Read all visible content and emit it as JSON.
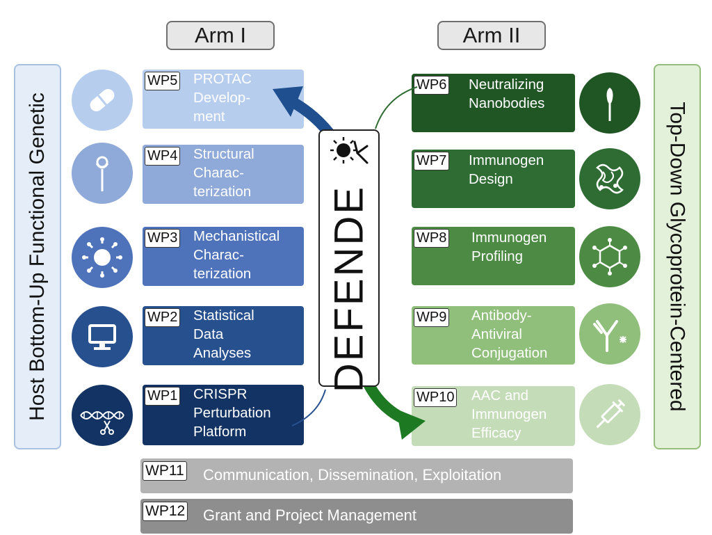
{
  "arms": {
    "left": "Arm I",
    "right": "Arm II"
  },
  "sides": {
    "left": "Host Bottom-Up Functional Genetic",
    "right": "Top-Down Glycoprotein-Centered"
  },
  "center": {
    "title": "DEFENDE",
    "logo_icon": "virus-antibody-logo-icon"
  },
  "left_packages": [
    {
      "id": "WP5",
      "title": "PROTAC\nDevelop-\nment",
      "icon": "pill-icon",
      "fill": "#b7cdee",
      "text_color": "#ffffff"
    },
    {
      "id": "WP4",
      "title": "Structural\nCharac-\nterization",
      "icon": "lollipop-receptor-icon",
      "fill": "#8fa9d8",
      "text_color": "#ffffff"
    },
    {
      "id": "WP3",
      "title": "Mechanistical\nCharac-\nterization",
      "icon": "virus-icon",
      "fill": "#4e73bb",
      "text_color": "#ffffff"
    },
    {
      "id": "WP2",
      "title": "Statistical\nData\nAnalyses",
      "icon": "computer-monitor-icon",
      "fill": "#27508f",
      "text_color": "#ffffff"
    },
    {
      "id": "WP1",
      "title": "CRISPR\nPerturbation\nPlatform",
      "icon": "dna-scissors-icon",
      "fill": "#123363",
      "text_color": "#ffffff"
    }
  ],
  "right_packages": [
    {
      "id": "WP6",
      "title": "Neutralizing\nNanobodies",
      "icon": "nanobody-icon",
      "fill": "#205524",
      "text_color": "#ffffff"
    },
    {
      "id": "WP7",
      "title": "Immunogen\nDesign",
      "icon": "protein-structure-icon",
      "fill": "#2f6c33",
      "text_color": "#ffffff"
    },
    {
      "id": "WP8",
      "title": "Immunogen\nProfiling",
      "icon": "molecule-hexagon-icon",
      "fill": "#4d8b45",
      "text_color": "#ffffff"
    },
    {
      "id": "WP9",
      "title": "Antibody-\nAntiviral\nConjugation",
      "icon": "antibody-conjugate-icon",
      "fill": "#8fbf7a",
      "text_color": "#ffffff"
    },
    {
      "id": "WP10",
      "title": "AAC and\nImmunogen\nEfficacy",
      "icon": "syringe-icon",
      "fill": "#c5dcb9",
      "text_color": "#ffffff"
    }
  ],
  "bottom_packages": [
    {
      "id": "WP11",
      "title": "Communication, Dissemination, Exploitation",
      "fill": "#b3b3b3"
    },
    {
      "id": "WP12",
      "title": "Grant and Project Management",
      "fill": "#8e8e8e"
    }
  ],
  "colors": {
    "arrow_blue": "#1f4f8f",
    "arrow_green": "#1d7a22"
  }
}
